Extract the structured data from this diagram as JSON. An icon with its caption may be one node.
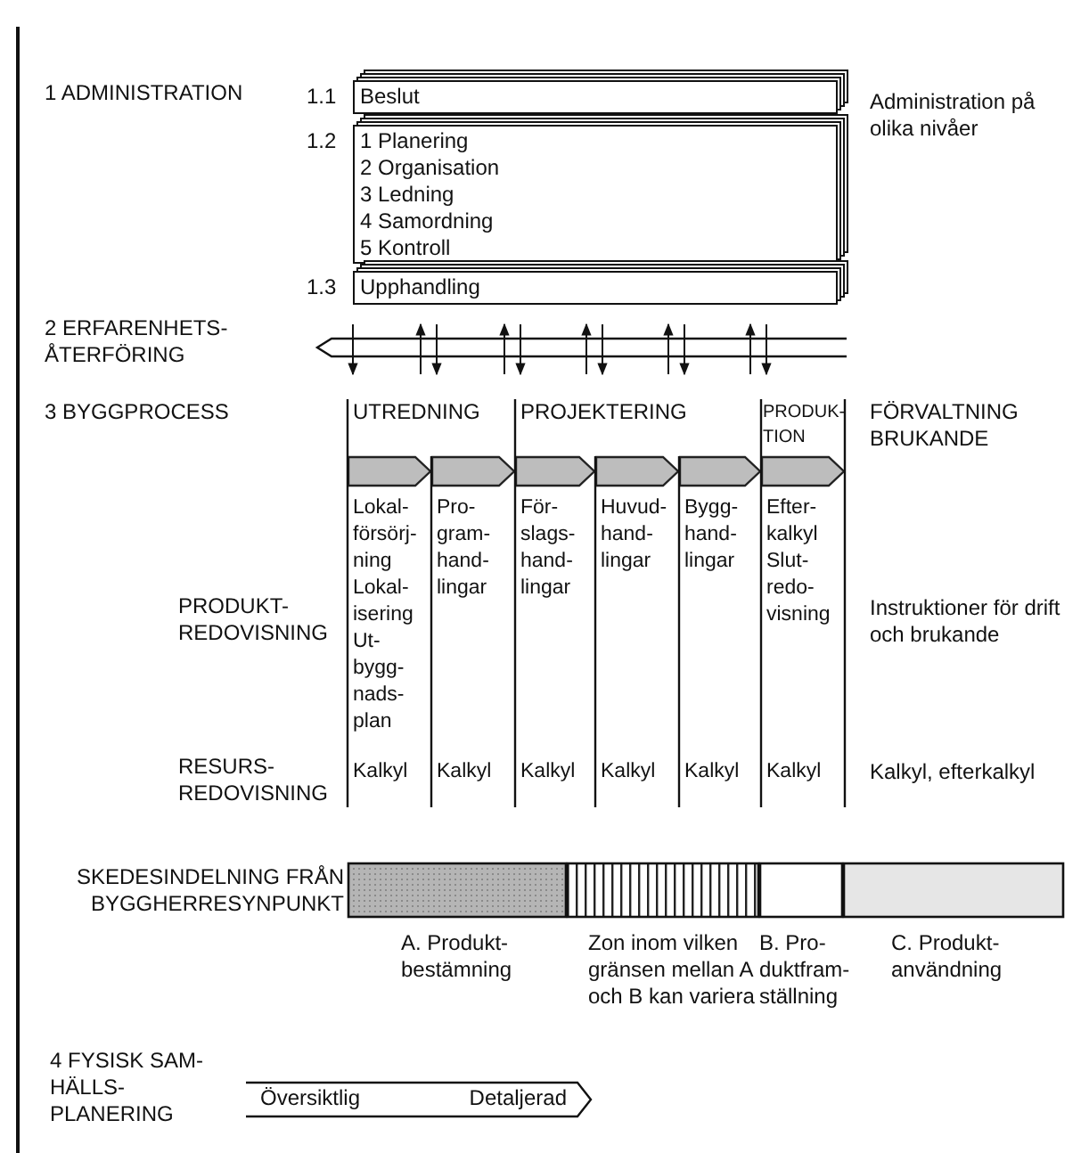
{
  "diagram": {
    "nodes": [
      {
        "text": [
          "Beslut"
        ],
        "beside": [
          "1.1"
        ]
      },
      {
        "text": [
          "1 Planering",
          "2 Organisation",
          "3 Ledning",
          "4 Samordning",
          "5 Kontroll"
        ],
        "beside": [
          "1.2"
        ]
      },
      {
        "text": [
          "Upphandling"
        ],
        "beside": [
          "1.3"
        ]
      },
      {
        "text": [],
        "shape": "bar",
        "beside": [
          "A. Produkt- bestämning"
        ]
      },
      {
        "text": [],
        "shape": "bar",
        "beside": [
          "Zon inom vilken gränsen mellan A och B kan variera"
        ]
      },
      {
        "text": [],
        "shape": "bar",
        "beside": [
          "B. Pro- duktfram- ställning"
        ]
      },
      {
        "text": [],
        "shape": "bar",
        "beside": [
          "C. Produkt- användning"
        ]
      },
      {
        "text": [
          "Översiktlig",
          "Detaljerad"
        ]
      }
    ],
    "labels": [
      "1 ADMINISTRATION",
      "Administration på olika nivåer",
      "2 ERFARENHETS- ÅTERFÖRING",
      "3 BYGGPROCESS",
      "UTREDNING",
      "PROJEKTERING",
      "PRODUK- TION",
      "FÖRVALTNING BRUKANDE",
      "Lokal- försörj- ning",
      "Lokal- isering",
      "Ut- bygg- nads- plan",
      "Pro- gram- hand- lingar",
      "För- slags- hand- lingar",
      "Huvud- hand- lingar",
      "Bygg- hand- lingar",
      "Efter- kalkyl",
      "Slut- redo- visning",
      "PRODUKT- REDOVISNING",
      "Instruktioner för drift och brukande",
      "RESURS- REDOVISNING",
      "Kalkyl",
      "Kalkyl",
      "Kalkyl",
      "Kalkyl",
      "Kalkyl",
      "Kalkyl",
      "Kalkyl, efterkalkyl",
      "SKEDESINDELNING FRÅN BYGGHERRESYNPUNKT",
      "4 FYSISK SAM- HÄLLS- PLANERING"
    ]
  }
}
